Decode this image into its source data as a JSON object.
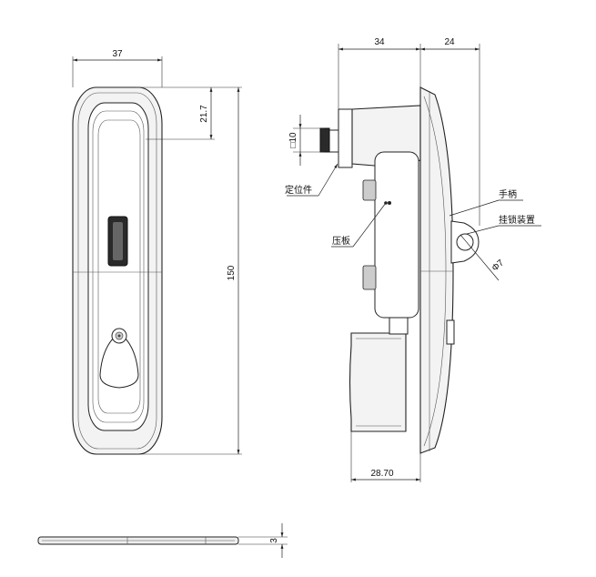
{
  "dimensions": {
    "front_width": "37",
    "top_offset": "21.7",
    "total_height": "150",
    "side_depth": "34",
    "handle_depth": "24",
    "square_size": "□10",
    "hole_diameter": "Φ7",
    "housing_depth": "28.70",
    "thickness": "3"
  },
  "labels": {
    "locating_part": "定位件",
    "pressure_plate": "压板",
    "handle": "手柄",
    "padlock_device": "挂锁装置"
  }
}
